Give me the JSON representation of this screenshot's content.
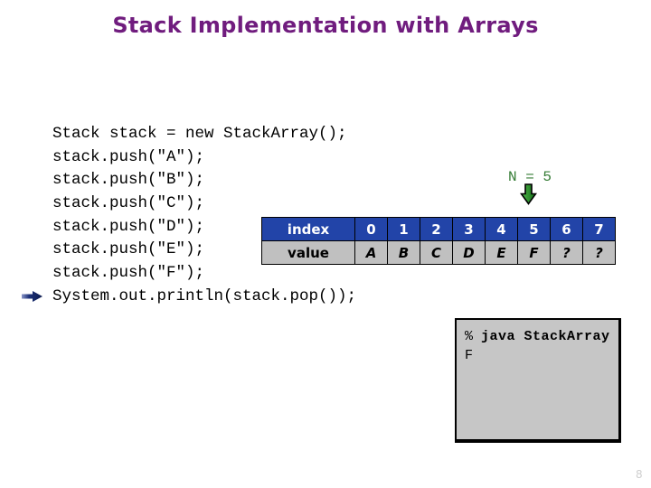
{
  "slide": {
    "title": "Stack Implementation with Arrays",
    "page_number": "8"
  },
  "code": {
    "lines": [
      "Stack stack = new StackArray();",
      "stack.push(\"A\");",
      "stack.push(\"B\");",
      "stack.push(\"C\");",
      "stack.push(\"D\");",
      "stack.push(\"E\");",
      "stack.push(\"F\");",
      "System.out.println(stack.pop());"
    ]
  },
  "pointer": {
    "icon": "right-arrow"
  },
  "n_label": {
    "text": "N = 5",
    "arrow_icon": "down-arrow"
  },
  "array_table": {
    "index_label": "index",
    "value_label": "value",
    "indices": [
      "0",
      "1",
      "2",
      "3",
      "4",
      "5",
      "6",
      "7"
    ],
    "values": [
      "A",
      "B",
      "C",
      "D",
      "E",
      "F",
      "?",
      "?"
    ]
  },
  "console": {
    "prompt": "%",
    "command": "java StackArray",
    "output": "F"
  },
  "colors": {
    "title": "#701C7E",
    "index_bg": "#2244A8",
    "value_bg": "#C0C0C0",
    "console_bg": "#C6C6C6",
    "n_green": "#357C35",
    "pointer_blue": "#142E70",
    "arrow_green": "#2E9E2E"
  }
}
